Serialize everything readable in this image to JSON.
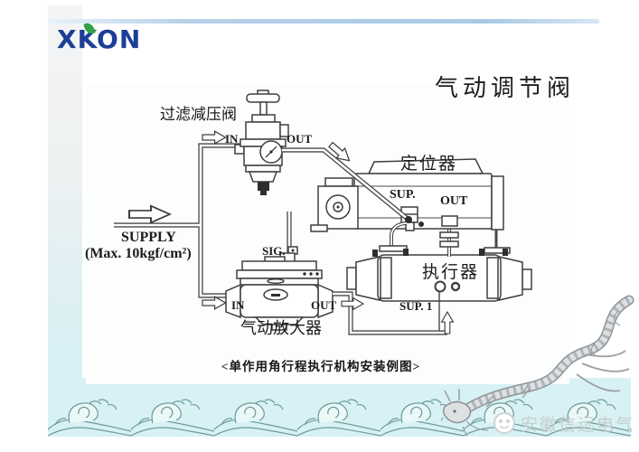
{
  "slide": {
    "logo_text": "XKON",
    "title": "气动调节阀"
  },
  "diagram": {
    "component_labels": {
      "filter_regulator": "过滤减压阀",
      "positioner": "定位器",
      "actuator": "执行器",
      "booster": "气动放大器"
    },
    "port_labels": {
      "regulator_in": "IN",
      "regulator_out": "OUT",
      "positioner_sup": "SUP.",
      "positioner_out": "OUT",
      "booster_sig": "SIG.",
      "booster_in": "IN",
      "booster_out": "OUT",
      "actuator_sup1": "SUP. 1"
    },
    "supply_label_line1": "SUPPLY",
    "supply_label_line2": "(Max. 10kgf/cm²)",
    "caption": "<单作用角行程执行机构安装例图>"
  },
  "footer": {
    "watermark_text": "安徽信远电气",
    "watermark_icon": "wechat-account-icon"
  },
  "decor": {
    "top_rule_color": "#aecbe6",
    "logo_color": "#1d3e96",
    "logo_leaf_color": "#35a048",
    "band_color": "#d7f1f4",
    "wave_line_color": "#6f9b9b",
    "dragon_icon": "dragon-illustration",
    "wave_icon": "wave-pattern"
  }
}
